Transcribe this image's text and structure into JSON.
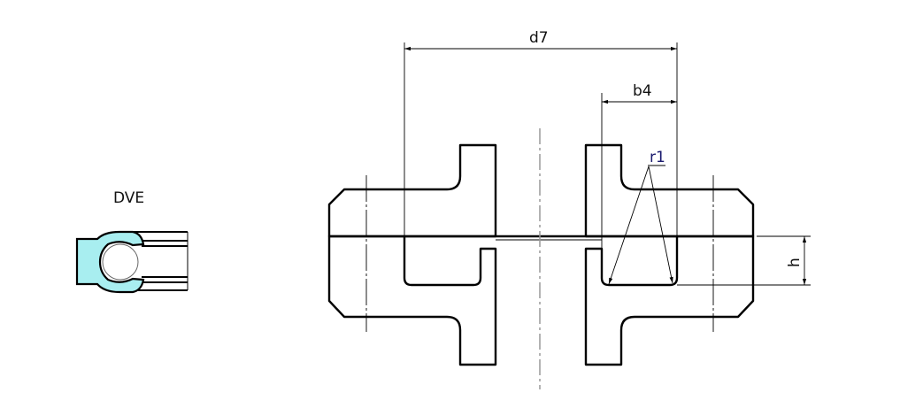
{
  "drawing": {
    "profile_label": "DVE",
    "dimensions": {
      "d7": "d7",
      "b4": "b4",
      "r1": "r1",
      "h": "h"
    }
  },
  "colors": {
    "seal_fill": "#a8eef0",
    "r1_label": "#1a1a6e",
    "centerline": "#999999"
  }
}
